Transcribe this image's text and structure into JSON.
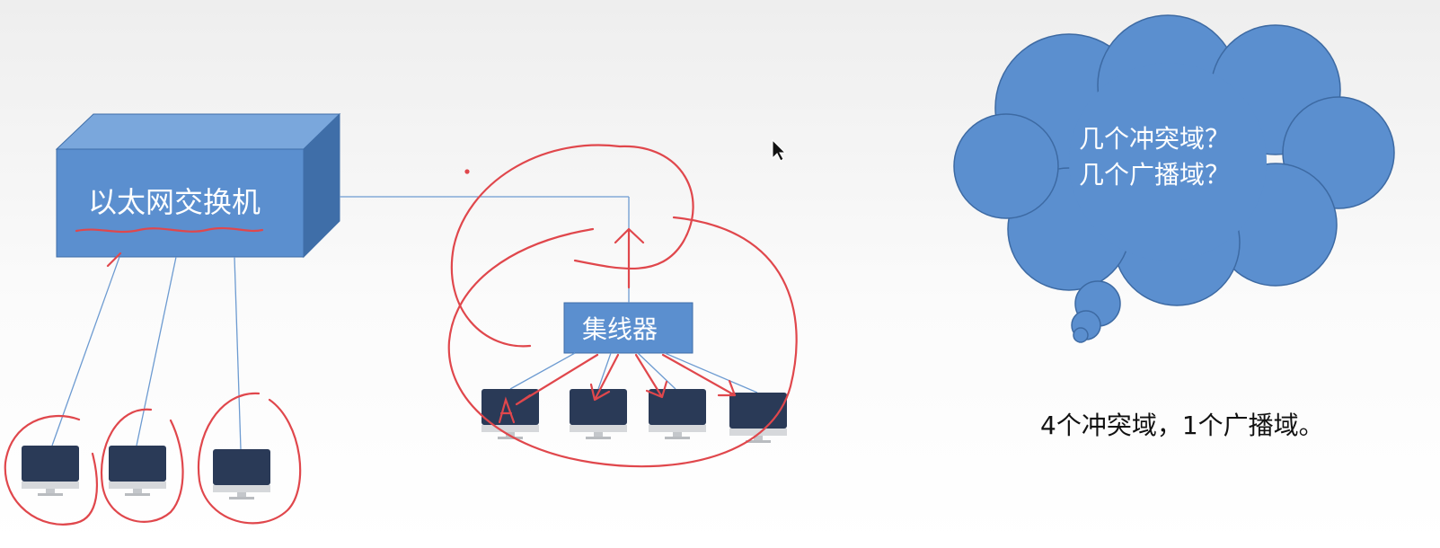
{
  "switch": {
    "label": "以太网交换机"
  },
  "hub": {
    "label": "集线器"
  },
  "question": {
    "line1": "几个冲突域？",
    "line2": "几个广播域？"
  },
  "answer": {
    "text": "4个冲突域，1个广播域。"
  },
  "annotation": {
    "letter": "A"
  },
  "colors": {
    "device_blue": "#5b8fcf",
    "cloud_blue": "#5b8fcf",
    "pen_red": "#e0474c",
    "wire": "#6d9bd1",
    "monitor": "#2a3a57"
  },
  "icons": [
    "monitor-icon",
    "cursor-icon",
    "thought-cloud"
  ]
}
